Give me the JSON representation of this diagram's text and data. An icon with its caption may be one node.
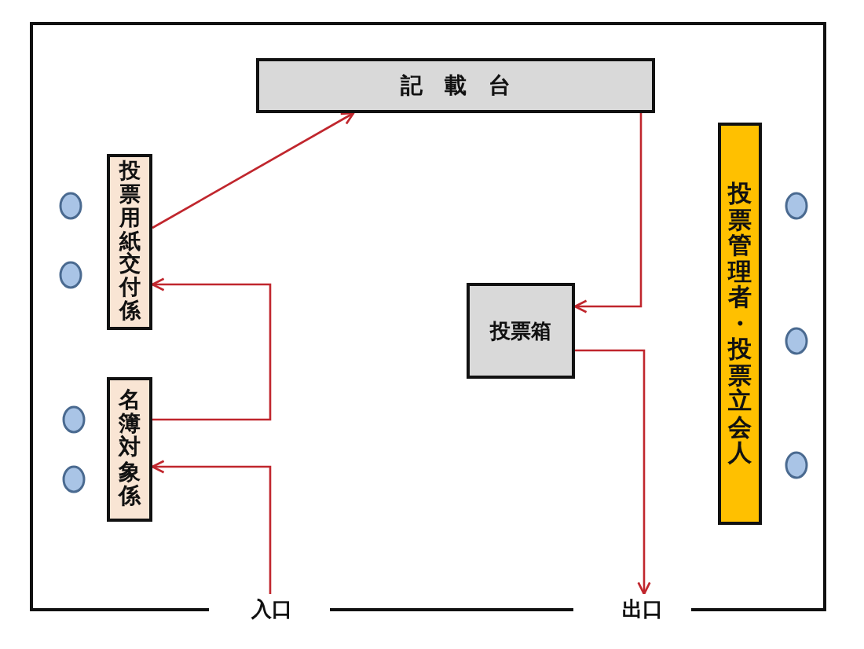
{
  "diagram": {
    "nodes": [
      {
        "text": [
          "記　載　台"
        ]
      },
      {
        "text": [
          "投票用紙交付係"
        ]
      },
      {
        "text": [
          "名簿対象係"
        ]
      },
      {
        "text": [
          "投票箱"
        ]
      },
      {
        "text": [
          "投票管理者・投票立会人"
        ]
      },
      {
        "text": [
          "入口"
        ]
      },
      {
        "text": [
          "出口"
        ]
      }
    ],
    "edges": [
      {
        "from": 5,
        "to": 2,
        "arrow": "to"
      },
      {
        "from": 2,
        "to": 1,
        "arrow": "to"
      },
      {
        "from": 1,
        "to": 0,
        "arrow": "to"
      },
      {
        "from": 0,
        "to": 3,
        "arrow": "to"
      },
      {
        "from": 3,
        "to": 6,
        "arrow": "to"
      }
    ]
  }
}
